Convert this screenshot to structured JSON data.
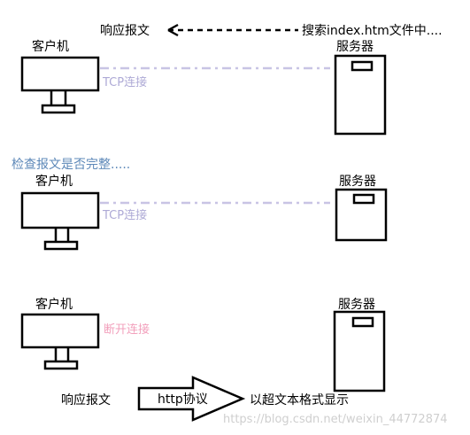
{
  "scene1": {
    "client_label": "客户机",
    "server_label": "服务器",
    "response_label": "响应报文",
    "search_label": "搜索index.htm文件中....",
    "connection_label": "TCP连接"
  },
  "scene2": {
    "check_label": "检查报文是否完整.....",
    "client_label": "客户机",
    "server_label": "服务器",
    "connection_label": "TCP连接"
  },
  "scene3": {
    "client_label": "客户机",
    "server_label": "服务器",
    "disconnect_label": "断开连接"
  },
  "footer": {
    "response_label": "响应报文",
    "protocol_label": "http协议",
    "result_label": "以超文本格式显示"
  },
  "watermark": "https://blog.csdn.net/weixin_44772874",
  "colors": {
    "tcp_line": "#c8c4e4",
    "tcp_text": "#aeaad6",
    "check_text": "#5d88b8",
    "disconnect_text": "#f2a0bc",
    "watermark_text": "#cfcfcf"
  }
}
